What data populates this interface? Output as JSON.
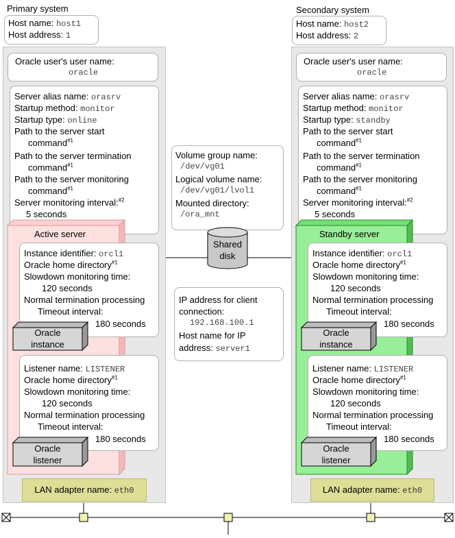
{
  "colors": {
    "active_server_fill": "#fde0e0",
    "active_server_border": "#d89a9a",
    "standby_server_fill": "#99ee99",
    "standby_server_border": "#1f8f1f",
    "lan_adapter_fill": "#dede96",
    "panel_fill": "#e8e8e8"
  },
  "primary": {
    "title": "Primary system",
    "host_name_label": "Host name:",
    "host_name": "host1",
    "host_address_label": "Host address:",
    "host_address": "1",
    "oracle_user_label": "Oracle user's user name:",
    "oracle_user": "oracle",
    "server_alias_label": "Server alias name:",
    "server_alias": "orasrv",
    "startup_method_label": "Startup method:",
    "startup_method": "monitor",
    "startup_type_label": "Startup type:",
    "startup_type": "online",
    "start_cmd_label": "Path to the server start",
    "start_cmd_label2": "command",
    "term_cmd_label": "Path to the server termination",
    "term_cmd_label2": "command",
    "mon_cmd_label": "Path to the server monitoring",
    "mon_cmd_label2": "command",
    "mon_interval_label": "Server monitoring interval:",
    "mon_interval": "5 seconds",
    "server_title": "Active server",
    "instance": {
      "id_label": "Instance identifier:",
      "id": "orcl1",
      "home_label": "Oracle home directory",
      "slowdown_label": "Slowdown monitoring time:",
      "slowdown": "120 seconds",
      "normal_label": "Normal termination processing",
      "timeout_label": "Timeout interval:",
      "timeout": "180 seconds",
      "block_line1": "Oracle",
      "block_line2": "instance"
    },
    "listener": {
      "name_label": "Listener name:",
      "name": "LISTENER",
      "home_label": "Oracle home directory",
      "slowdown_label": "Slowdown monitoring time:",
      "slowdown": "120 seconds",
      "normal_label": "Normal termination processing",
      "timeout_label": "Timeout interval:",
      "timeout": "180 seconds",
      "block_line1": "Oracle",
      "block_line2": "listener"
    },
    "lan_label": "LAN adapter name:",
    "lan": "eth0"
  },
  "secondary": {
    "title": "Secondary system",
    "host_name_label": "Host name:",
    "host_name": "host2",
    "host_address_label": "Host address:",
    "host_address": "2",
    "oracle_user_label": "Oracle user's user name:",
    "oracle_user": "oracle",
    "server_alias_label": "Server alias name:",
    "server_alias": "orasrv",
    "startup_method_label": "Startup method:",
    "startup_method": "monitor",
    "startup_type_label": "Startup type:",
    "startup_type": "standby",
    "start_cmd_label": "Path to the server start",
    "start_cmd_label2": "command",
    "term_cmd_label": "Path to the server termination",
    "term_cmd_label2": "command",
    "mon_cmd_label": "Path to the server monitoring",
    "mon_cmd_label2": "command",
    "mon_interval_label": "Server monitoring interval:",
    "mon_interval": "5 seconds",
    "server_title": "Standby server",
    "instance": {
      "id_label": "Instance identifier:",
      "id": "orcl1",
      "home_label": "Oracle home directory",
      "slowdown_label": "Slowdown monitoring time:",
      "slowdown": "120 seconds",
      "normal_label": "Normal termination processing",
      "timeout_label": "Timeout interval:",
      "timeout": "180 seconds",
      "block_line1": "Oracle",
      "block_line2": "instance"
    },
    "listener": {
      "name_label": "Listener name:",
      "name": "LISTENER",
      "home_label": "Oracle home directory",
      "slowdown_label": "Slowdown monitoring time:",
      "slowdown": "120 seconds",
      "normal_label": "Normal termination processing",
      "timeout_label": "Timeout interval:",
      "timeout": "180 seconds",
      "block_line1": "Oracle",
      "block_line2": "listener"
    },
    "lan_label": "LAN adapter name:",
    "lan": "eth0"
  },
  "notes": {
    "n1": "#1",
    "n2": "#2"
  },
  "shared": {
    "vg_label": "Volume group name:",
    "vg": "/dev/vg01",
    "lv_label": "Logical volume name:",
    "lv": "/dev/vg01/lvol1",
    "mount_label": "Mounted directory:",
    "mount": "/ora_mnt",
    "disk_line1": "Shared",
    "disk_line2": "disk",
    "ip_label1": "IP address for client",
    "ip_label2": "connection:",
    "ip": "192.168.100.1",
    "hostip_label1": "Host name for IP",
    "hostip_label2": "address:",
    "hostip": "server1"
  }
}
